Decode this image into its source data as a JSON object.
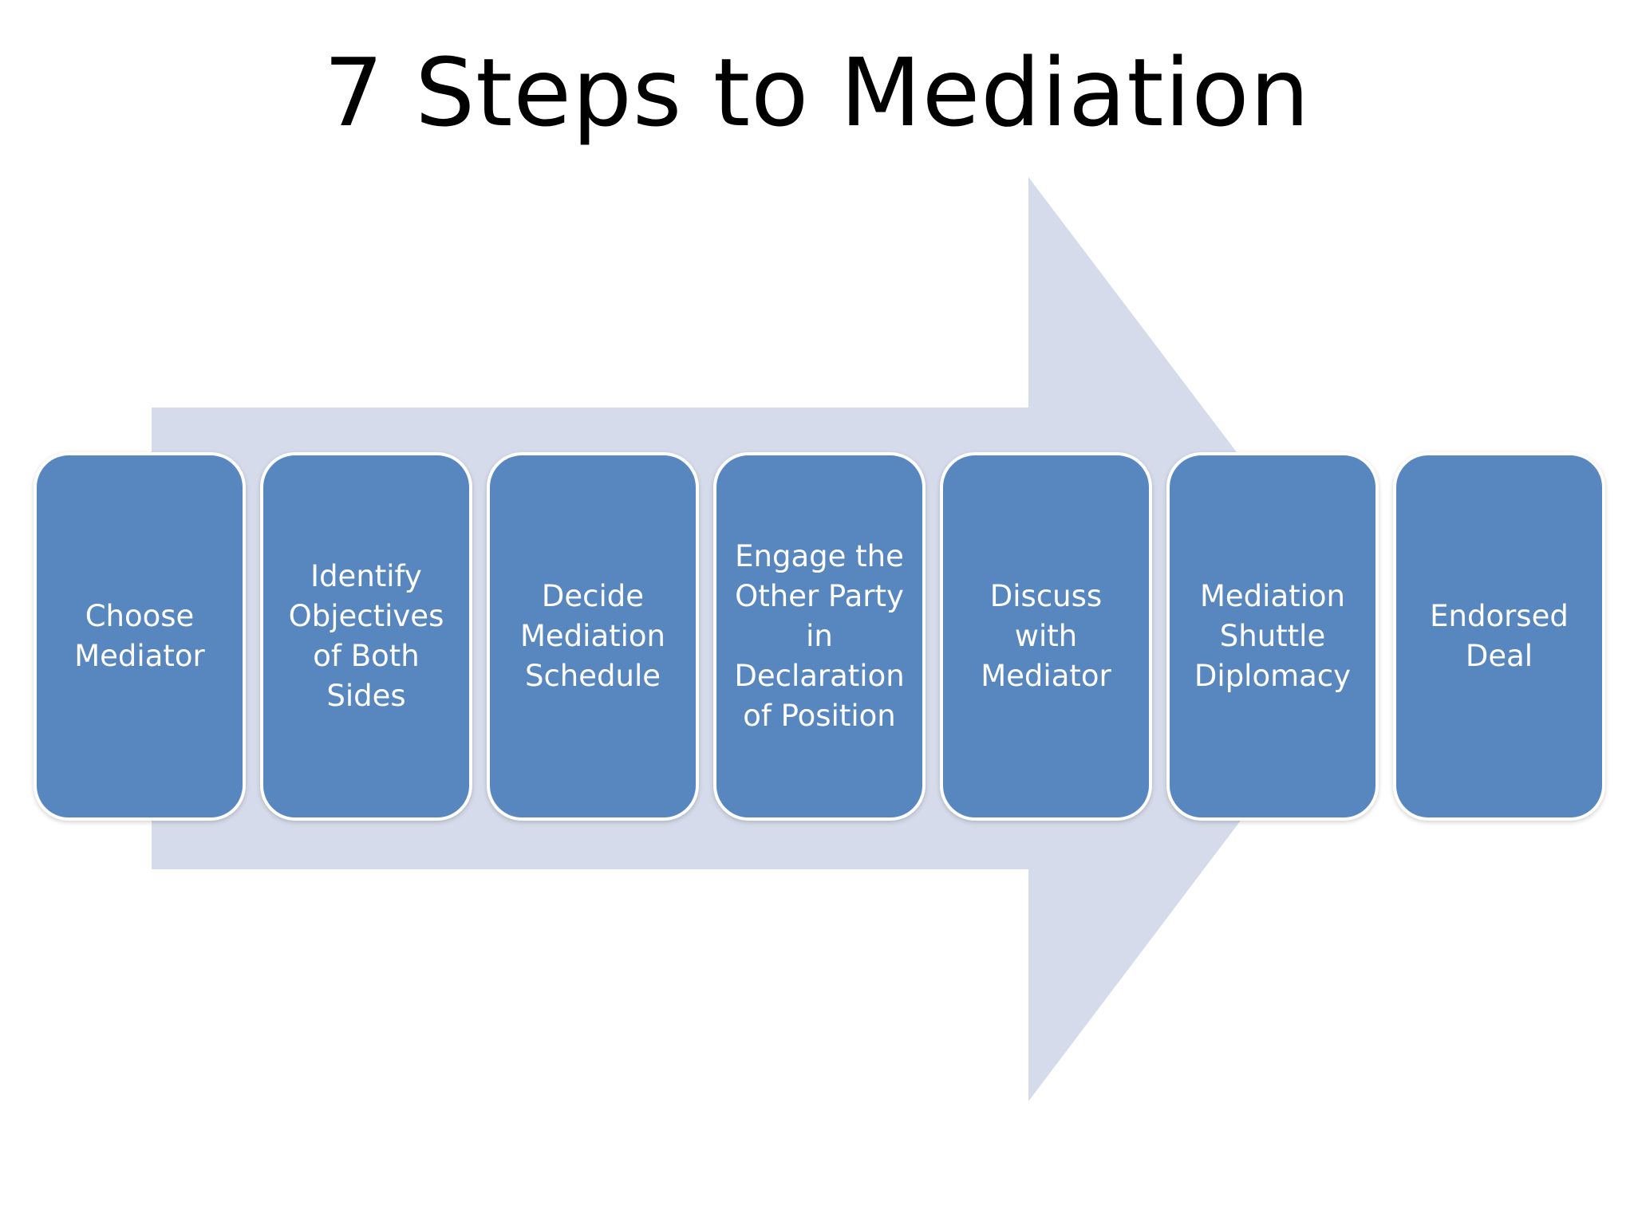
{
  "title": "7 Steps to Mediation",
  "colors": {
    "arrow_fill": "#d5dbea",
    "box_fill": "#5887c0",
    "box_border": "#ffffff",
    "title_text": "#000000",
    "box_text": "#ffffff"
  },
  "steps": [
    {
      "label": "Choose\nMediator"
    },
    {
      "label": "Identify\nObjectives\nof Both\nSides"
    },
    {
      "label": "Decide\nMediation\nSchedule"
    },
    {
      "label": "Engage the\nOther Party\nin\nDeclaration\nof Position"
    },
    {
      "label": "Discuss\nwith\nMediator"
    },
    {
      "label": "Mediation\nShuttle\nDiplomacy"
    },
    {
      "label": "Endorsed\nDeal"
    }
  ]
}
